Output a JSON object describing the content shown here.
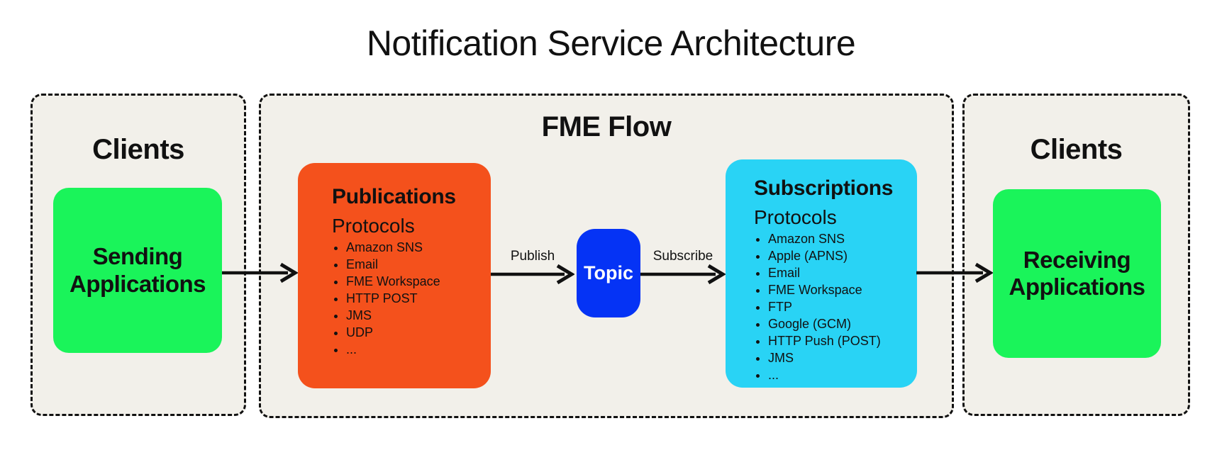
{
  "title": "Notification Service Architecture",
  "left_panel": {
    "title": "Clients",
    "node_label": "Sending Applications"
  },
  "fme_flow": {
    "title": "FME Flow",
    "publications": {
      "title": "Publications",
      "subtitle": "Protocols",
      "items": [
        "Amazon SNS",
        "Email",
        "FME Workspace",
        "HTTP POST",
        "JMS",
        "UDP",
        "..."
      ]
    },
    "topic_label": "Topic",
    "publish_label": "Publish",
    "subscribe_label": "Subscribe",
    "subscriptions": {
      "title": "Subscriptions",
      "subtitle": "Protocols",
      "items": [
        "Amazon SNS",
        "Apple (APNS)",
        "Email",
        "FME Workspace",
        "FTP",
        "Google (GCM)",
        "HTTP Push (POST)",
        "JMS",
        "..."
      ]
    }
  },
  "right_panel": {
    "title": "Clients",
    "node_label": "Receiving Applications"
  },
  "colors": {
    "green": "#1AF45A",
    "orange": "#F4511C",
    "cyan": "#29D3F5",
    "blue": "#0533F5",
    "panel_bg": "#F2F0EA",
    "line": "#111111"
  }
}
